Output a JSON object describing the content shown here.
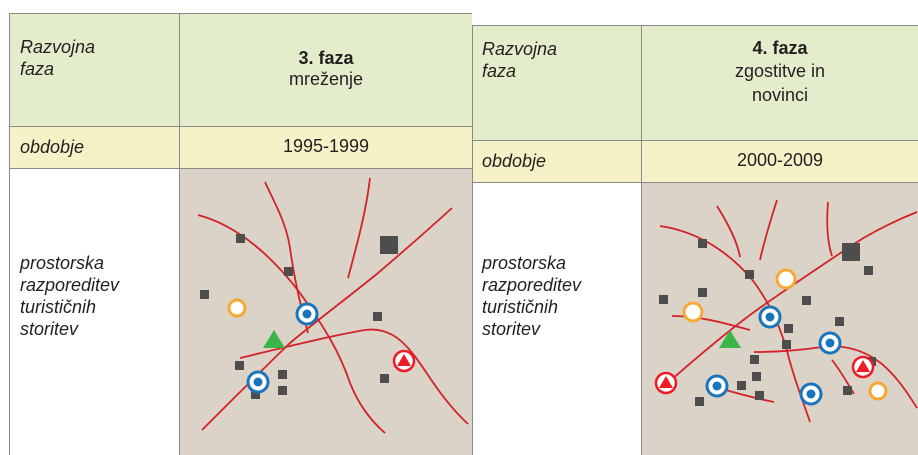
{
  "colors": {
    "header_bg": "#e3edcb",
    "period_bg": "#f6f2c8",
    "map_bg": "#dbd3c7",
    "road": "#d2232a",
    "square": "#4d4d4d",
    "blue_ring": "#1b75bc",
    "orange_ring": "#f7a833",
    "green_triangle": "#39b54a",
    "red_circle": "#ed1c24"
  },
  "row_labels": {
    "phase": "Razvojna faza",
    "period": "obdobje",
    "distribution": "prostorska razporeditev turističnih storitev"
  },
  "phases": [
    {
      "title": "3. faza",
      "subtitle": "mreženje",
      "period": "1995-1999"
    },
    {
      "title": "4. faza",
      "subtitle": "zgostitve in novinci",
      "period": "2000-2009"
    }
  ],
  "legend_icons": [
    "square-icon",
    "orange-ring-icon",
    "blue-ring-icon",
    "green-triangle-icon",
    "red-triangle-icon"
  ]
}
